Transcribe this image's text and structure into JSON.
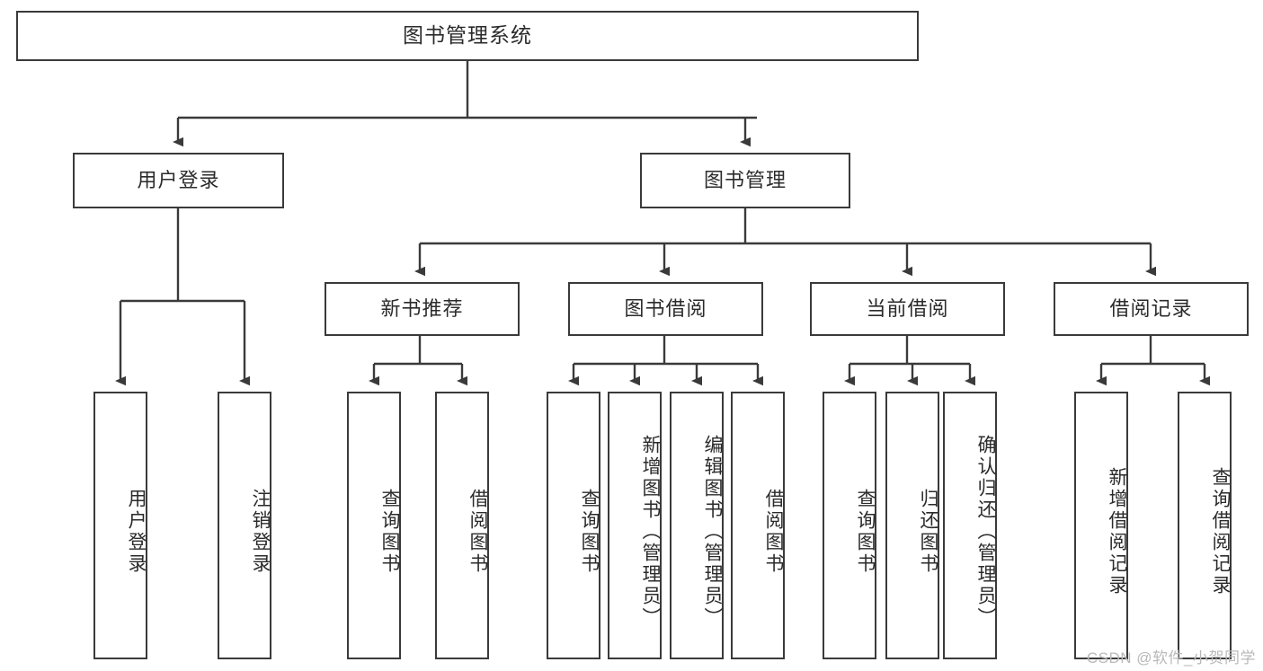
{
  "diagram": {
    "title": "图书管理系统",
    "type": "tree-hierarchy-chart",
    "root": {
      "id": "root",
      "label": "图书管理系统"
    },
    "level2": [
      {
        "id": "user-login",
        "label": "用户登录"
      },
      {
        "id": "book-management",
        "label": "图书管理"
      }
    ],
    "level3": [
      {
        "id": "new-book-recommend",
        "label": "新书推荐"
      },
      {
        "id": "book-borrow",
        "label": "图书借阅"
      },
      {
        "id": "current-borrow",
        "label": "当前借阅"
      },
      {
        "id": "borrow-record",
        "label": "借阅记录"
      }
    ],
    "leaves": {
      "user_login": [
        {
          "id": "leaf-user-login",
          "label": "用户登录"
        },
        {
          "id": "leaf-logout",
          "label": "注销登录"
        }
      ],
      "new_book_recommend": [
        {
          "id": "leaf-query-book-1",
          "label": "查询图书"
        },
        {
          "id": "leaf-borrow-book-1",
          "label": "借阅图书"
        }
      ],
      "book_borrow": [
        {
          "id": "leaf-query-book-2",
          "label": "查询图书"
        },
        {
          "id": "leaf-add-book",
          "label": "新增图书（管理员）"
        },
        {
          "id": "leaf-edit-book",
          "label": "编辑图书（管理员）"
        },
        {
          "id": "leaf-borrow-book-2",
          "label": "借阅图书"
        }
      ],
      "current_borrow": [
        {
          "id": "leaf-query-book-3",
          "label": "查询图书"
        },
        {
          "id": "leaf-return-book",
          "label": "归还图书"
        },
        {
          "id": "leaf-confirm-return",
          "label": "确认归还（管理员）"
        }
      ],
      "borrow_record": [
        {
          "id": "leaf-add-record",
          "label": "新增借阅记录"
        },
        {
          "id": "leaf-query-record",
          "label": "查询借阅记录"
        }
      ]
    }
  },
  "watermark": {
    "text": "CSDN @软件_小贺同学"
  },
  "colors": {
    "stroke": "#3a3a3a",
    "text": "#2b2b2b",
    "background": "#ffffff",
    "watermark": "#b9b9b9"
  }
}
